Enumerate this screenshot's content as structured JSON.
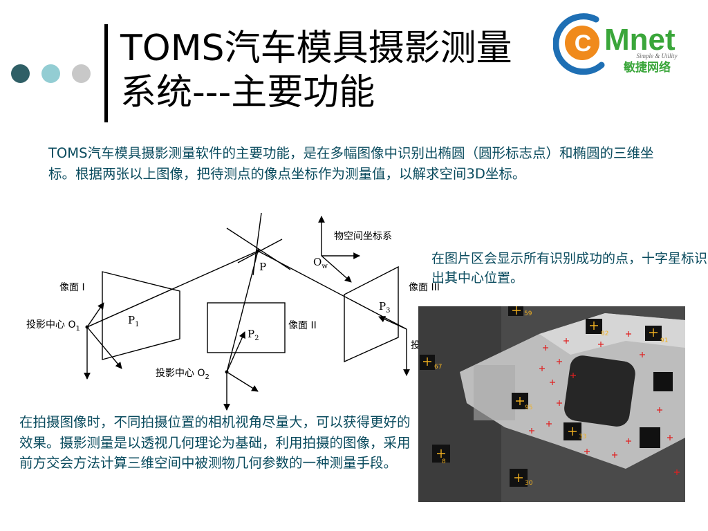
{
  "slide": {
    "title_line1": "TOMS汽车模具摄影测量",
    "title_line2": "系统---主要功能",
    "intro_text": "TOMS汽车模具摄影测量软件的主要功能，是在多幅图像中识别出椭圆（圆形标志点）和椭圆的三维坐标。根据两张以上图像，把待测点的像点坐标作为测量值，以解求空间3D坐标。",
    "right_note": "在图片区会显示所有识别成功的点，十字星标识出其中心位置。",
    "bottom_note": "在拍摄图像时，不同拍摄位置的相机视角尽量大，可以获得更好的效果。摄影测量是以透视几何理论为基础，利用拍摄的图像，采用前方交会方法计算三维空间中被测物几何参数的一种测量手段。"
  },
  "logo": {
    "wordmark": "Mnet",
    "letter_c": "C",
    "tagline": "Simple & Utility",
    "cn_name": "敏捷网络"
  },
  "diagram": {
    "label_object_coords": "物空间坐标系",
    "label_ow": "O",
    "label_ow_sub": "w",
    "label_p": "P",
    "label_plane1": "像面 I",
    "label_plane2": "像面 II",
    "label_plane3": "像面 III",
    "label_p1": "P",
    "label_p1_sub": "1",
    "label_p2": "P",
    "label_p2_sub": "2",
    "label_p3": "P",
    "label_p3_sub": "3",
    "label_center1": "投影中心 O",
    "label_center1_sub": "1",
    "label_center2": "投影中心 O",
    "label_center2_sub": "2",
    "label_center3_partial": "投"
  },
  "photo": {
    "point_labels": [
      "59",
      "82",
      "91",
      "67",
      "95",
      "33",
      "8",
      "30"
    ]
  },
  "colors": {
    "text_teal": "#0a4b5e",
    "dot1": "#2f5f66",
    "dot2": "#93cdd3",
    "dot3": "#c8c8c8",
    "logo_blue": "#1e6fb4",
    "logo_orange": "#f08a1c",
    "logo_green": "#3aa63a",
    "marker_red": "#e02020",
    "label_yellow": "#f0b020"
  }
}
